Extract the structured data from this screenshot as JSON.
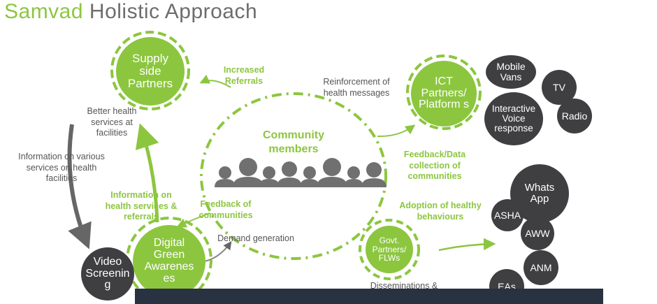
{
  "title": {
    "brand": "Samvad",
    "rest": " Holistic Approach"
  },
  "center": {
    "label_line1": "Community",
    "label_line2": "members"
  },
  "nodes": {
    "supply": "Supply side Partners",
    "ict": "ICT Partners/ Platform s",
    "digital_green": "Digital Green Awarenes es",
    "video_screening": "Video Screenin g",
    "govt": "Govt. Partners/ FLWs",
    "mobile_vans": "Mobile Vans",
    "tv": "TV",
    "ivr": "Interactive Voice response",
    "radio": "Radio",
    "whatsapp": "Whats App",
    "asha": "ASHA",
    "aww": "AWW",
    "anm": "ANM",
    "eas": "EAs"
  },
  "labels": {
    "increased_referrals": "Increased Referrals",
    "reinforcement": "Reinforcement of health messages",
    "better_health": "Better health services at facilities",
    "info_various": "Information on various services on health facilities",
    "info_health_services": "Information on health services & referrals",
    "feedback_communities": "Feedback of communities",
    "demand_generation": "Demand generation",
    "feedback_data": "Feedback/Data collection of communities",
    "adoption": "Adoption of healthy behaviours",
    "disseminations": "Disseminations &"
  },
  "colors": {
    "brand_green": "#8cc63f",
    "node_dark": "#3f3f41",
    "text_gray": "#555555",
    "people": "#707070"
  }
}
